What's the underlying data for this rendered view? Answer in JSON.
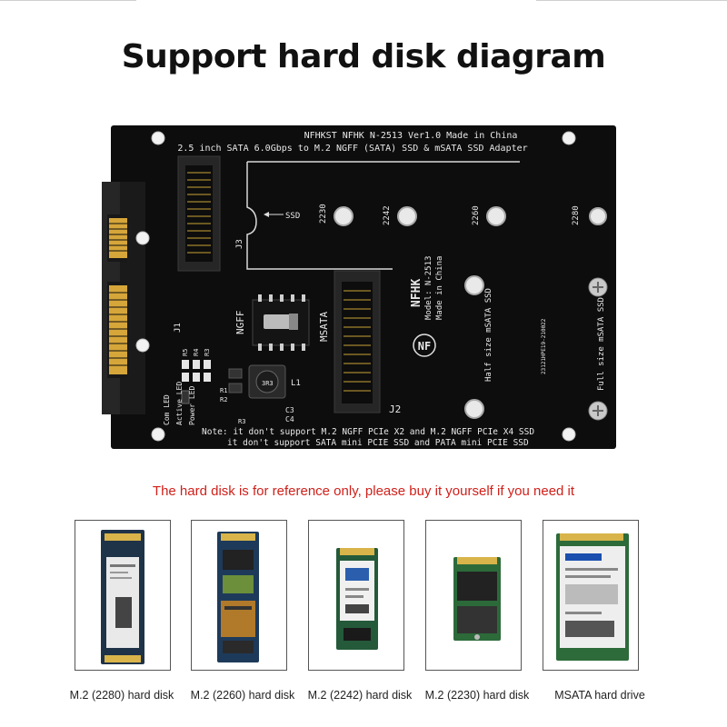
{
  "title": "Support hard disk diagram",
  "board": {
    "header_line1": "NFHKST NFHK N-2513 Ver1.0 Made in China",
    "header_line2": "2.5 inch SATA 6.0Gbps to M.2 NGFF (SATA) SSD & mSATA SSD Adapter",
    "ssd_arrow_label": "SSD",
    "size_2230": "2230",
    "size_2242": "2242",
    "size_2260": "2260",
    "size_2280": "2280",
    "j3": "J3",
    "j1": "J1",
    "j2": "J2",
    "ngff": "NGFF",
    "msata": "MSATA",
    "brand_logo_text": "NFHK",
    "model": "Model: N-2513",
    "made_in": "Made in China",
    "half_size": "Half size mSATA SSD",
    "full_size": "Full size mSATA SSD",
    "serial": "23121HPE19-210022",
    "l1": "L1",
    "inductor_code": "3R3",
    "led_labels": [
      "Com LED",
      "Active LED",
      "Power LED"
    ],
    "r_labels": [
      "R5",
      "R4",
      "R3"
    ],
    "small_r_labels": [
      "R1",
      "R2",
      "R3"
    ],
    "cap_labels": [
      "C3",
      "C4"
    ],
    "note_line1": "Note: it don't support M.2 NGFF PCIe X2 and M.2 NGFF PCIe X4 SSD",
    "note_line2": "it don't support SATA mini PCIE SSD and PATA mini PCIE SSD"
  },
  "reference_note": "The hard disk is for reference only, please buy it yourself if you need it",
  "disks": [
    {
      "caption": "M.2 (2280) hard disk"
    },
    {
      "caption": "M.2 (2260) hard disk"
    },
    {
      "caption": "M.2 (2242) hard disk"
    },
    {
      "caption": "M.2 (2230) hard disk"
    },
    {
      "caption": "MSATA hard drive"
    }
  ]
}
